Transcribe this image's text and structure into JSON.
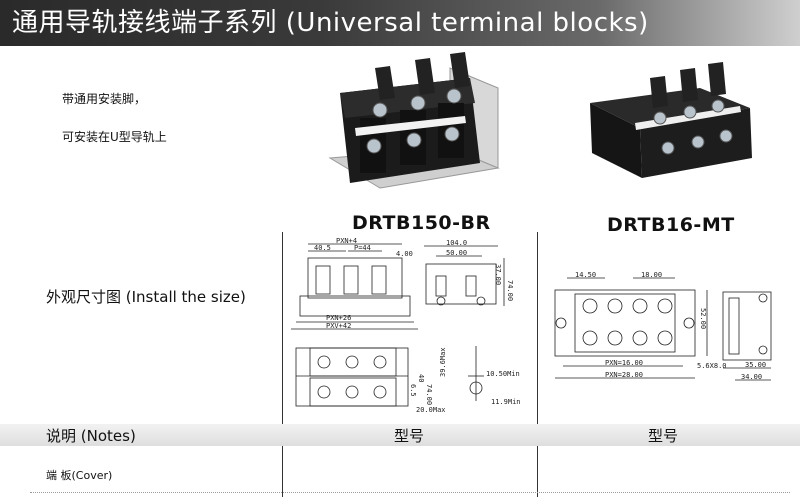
{
  "header": {
    "title": "通用导轨接线端子系列 (Universal terminal blocks)"
  },
  "features": {
    "line1": "带通用安装脚，",
    "line2": "可安装在U型导轨上"
  },
  "products": {
    "left": {
      "name": "DRTB150-BR"
    },
    "right": {
      "name": "DRTB16-MT"
    }
  },
  "install_size": {
    "label": "外观尺寸图 (Install the size)"
  },
  "dims_left": {
    "pxn4": "PXN+4",
    "d405": "40.5",
    "p44": "P=44",
    "d400": "4.00",
    "pxn26": "PXN+26",
    "pxv42": "PXV+42",
    "d1040": "104.0",
    "d5000": "50.00",
    "d3700": "37.00",
    "d7400": "74.00",
    "d65": "6.5",
    "d40": "40",
    "d7400b": "74.00",
    "d200max": "20.0Max",
    "d396max": "39.6Max",
    "d1050min": "10.50Min",
    "d119min": "11.9Min"
  },
  "dims_right": {
    "d1450": "14.50",
    "d1800": "18.00",
    "d5200": "52.00",
    "pxn1600": "PXN=16.00",
    "pxn2800": "PXN=28.00",
    "d3500": "35.00",
    "d3400": "34.00",
    "phi": "5.6X8.0"
  },
  "notes": {
    "label": "说明 (Notes)",
    "col_left": "型号",
    "col_right": "型号"
  },
  "cover": {
    "label": "端  板(Cover)"
  }
}
